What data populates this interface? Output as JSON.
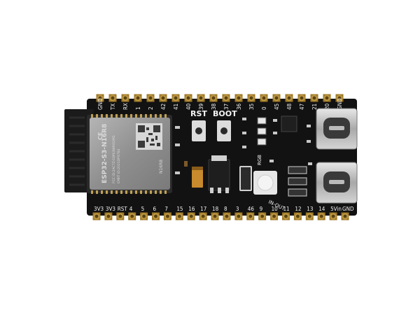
{
  "board": {
    "module_name": "ESP32-S3-N16R8",
    "module_id_lines": [
      "FCC ID:2AC7Z-ESPS3WROOM1",
      "CMIIT ID:2021DP3764",
      "CE"
    ],
    "module_side_text": "N16R8",
    "button_labels": [
      "RST",
      "BOOT"
    ],
    "rgb_label": "RGB",
    "inout_label": "IN-OUT",
    "top_header_pins": [
      "GND",
      "TX",
      "RX",
      "1",
      "2",
      "42",
      "41",
      "40",
      "39",
      "38",
      "37",
      "36",
      "35",
      "0",
      "45",
      "48",
      "47",
      "21",
      "20",
      "GND"
    ],
    "bottom_header_pins": [
      "3V3",
      "3V3",
      "RST",
      "4",
      "5",
      "6",
      "7",
      "15",
      "16",
      "17",
      "18",
      "8",
      "3",
      "46",
      "9",
      "10",
      "11",
      "12",
      "13",
      "14",
      "5Vin",
      "GND"
    ],
    "colors": {
      "pcb": "#141414",
      "pin_gold": "#c9a24a",
      "silkscreen": "#f0f0f0",
      "module_shield": "#9c9c9c"
    }
  }
}
